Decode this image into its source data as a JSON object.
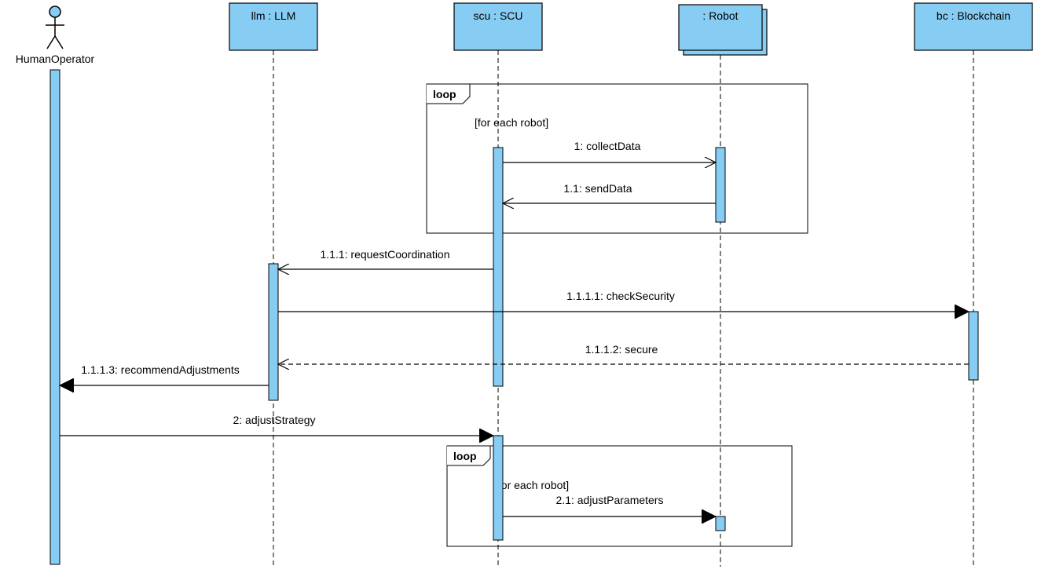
{
  "actor": {
    "name": "HumanOperator"
  },
  "lifelines": [
    {
      "label": "llm : LLM"
    },
    {
      "label": "scu : SCU"
    },
    {
      "label": ": Robot"
    },
    {
      "label": "bc : Blockchain"
    }
  ],
  "fragments": [
    {
      "operator": "loop",
      "guard": "[for each robot]"
    },
    {
      "operator": "loop",
      "guard": "[for each robot]"
    }
  ],
  "messages": [
    {
      "label": "1: collectData",
      "kind": "sync-open"
    },
    {
      "label": "1.1: sendData",
      "kind": "return"
    },
    {
      "label": "1.1.1: requestCoordination",
      "kind": "sync-open"
    },
    {
      "label": "1.1.1.1: checkSecurity",
      "kind": "sync"
    },
    {
      "label": "1.1.1.2: secure",
      "kind": "return"
    },
    {
      "label": "1.1.1.3: recommendAdjustments",
      "kind": "sync"
    },
    {
      "label": "2: adjustStrategy",
      "kind": "sync"
    },
    {
      "label": "2.1: adjustParameters",
      "kind": "sync"
    }
  ],
  "colors": {
    "fill": "#87cdf3",
    "stroke": "#000000"
  }
}
